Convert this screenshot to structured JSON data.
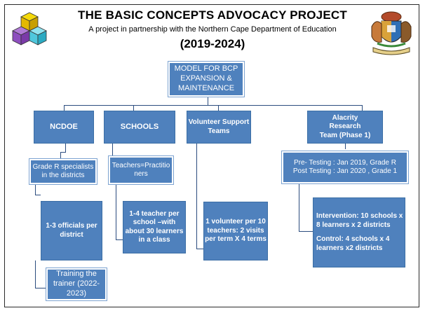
{
  "header": {
    "title": "THE BASIC CONCEPTS ADVOCACY PROJECT",
    "subtitle": "A project in partnership with the Northern Cape Department of Education",
    "years": "(2019-2024)"
  },
  "model": {
    "line1": "MODEL FOR BCP",
    "line2": "EXPANSION &",
    "line3": "MAINTENANCE"
  },
  "columns": {
    "ncdoe": {
      "head": "NCDOE",
      "sub1": "Grade R specialists",
      "sub2": "in the districts",
      "detail1": "1-3 officials per",
      "detail2": "district",
      "training1": "Training the",
      "training2": "trainer (2022-",
      "training3": "2023)"
    },
    "schools": {
      "head": "SCHOOLS",
      "sub1": "Teachers=Practitio",
      "sub2": "ners",
      "detail1": "1-4 teacher per",
      "detail2": "school –with",
      "detail3": "about 30 learners",
      "detail4": "in a class"
    },
    "volunteers": {
      "head1": "Volunteer Support",
      "head2": "Teams",
      "detail1": "1 volunteer per  10",
      "detail2": "teachers:  2 visits",
      "detail3": "per term X 4 terms"
    },
    "research": {
      "head1": "Alacrity",
      "head2": "Research",
      "head3": "Team (Phase 1)",
      "sub1": "Pre- Testing : Jan 2019, Grade R",
      "sub2": "Post Testing :  Jan 2020 , Grade  1",
      "detail1": "Intervention: 10 schools x",
      "detail2": "8 learners x 2 districts",
      "detail3": "Control: 4 schools x 4",
      "detail4": "learners  x2 districts"
    }
  },
  "colors": {
    "box_fill": "#4f81bd",
    "connector": "#2b4c7e"
  },
  "icons": {
    "left_logo": "stacked-cubes-logo",
    "right_logo": "northern-cape-coat-of-arms"
  }
}
